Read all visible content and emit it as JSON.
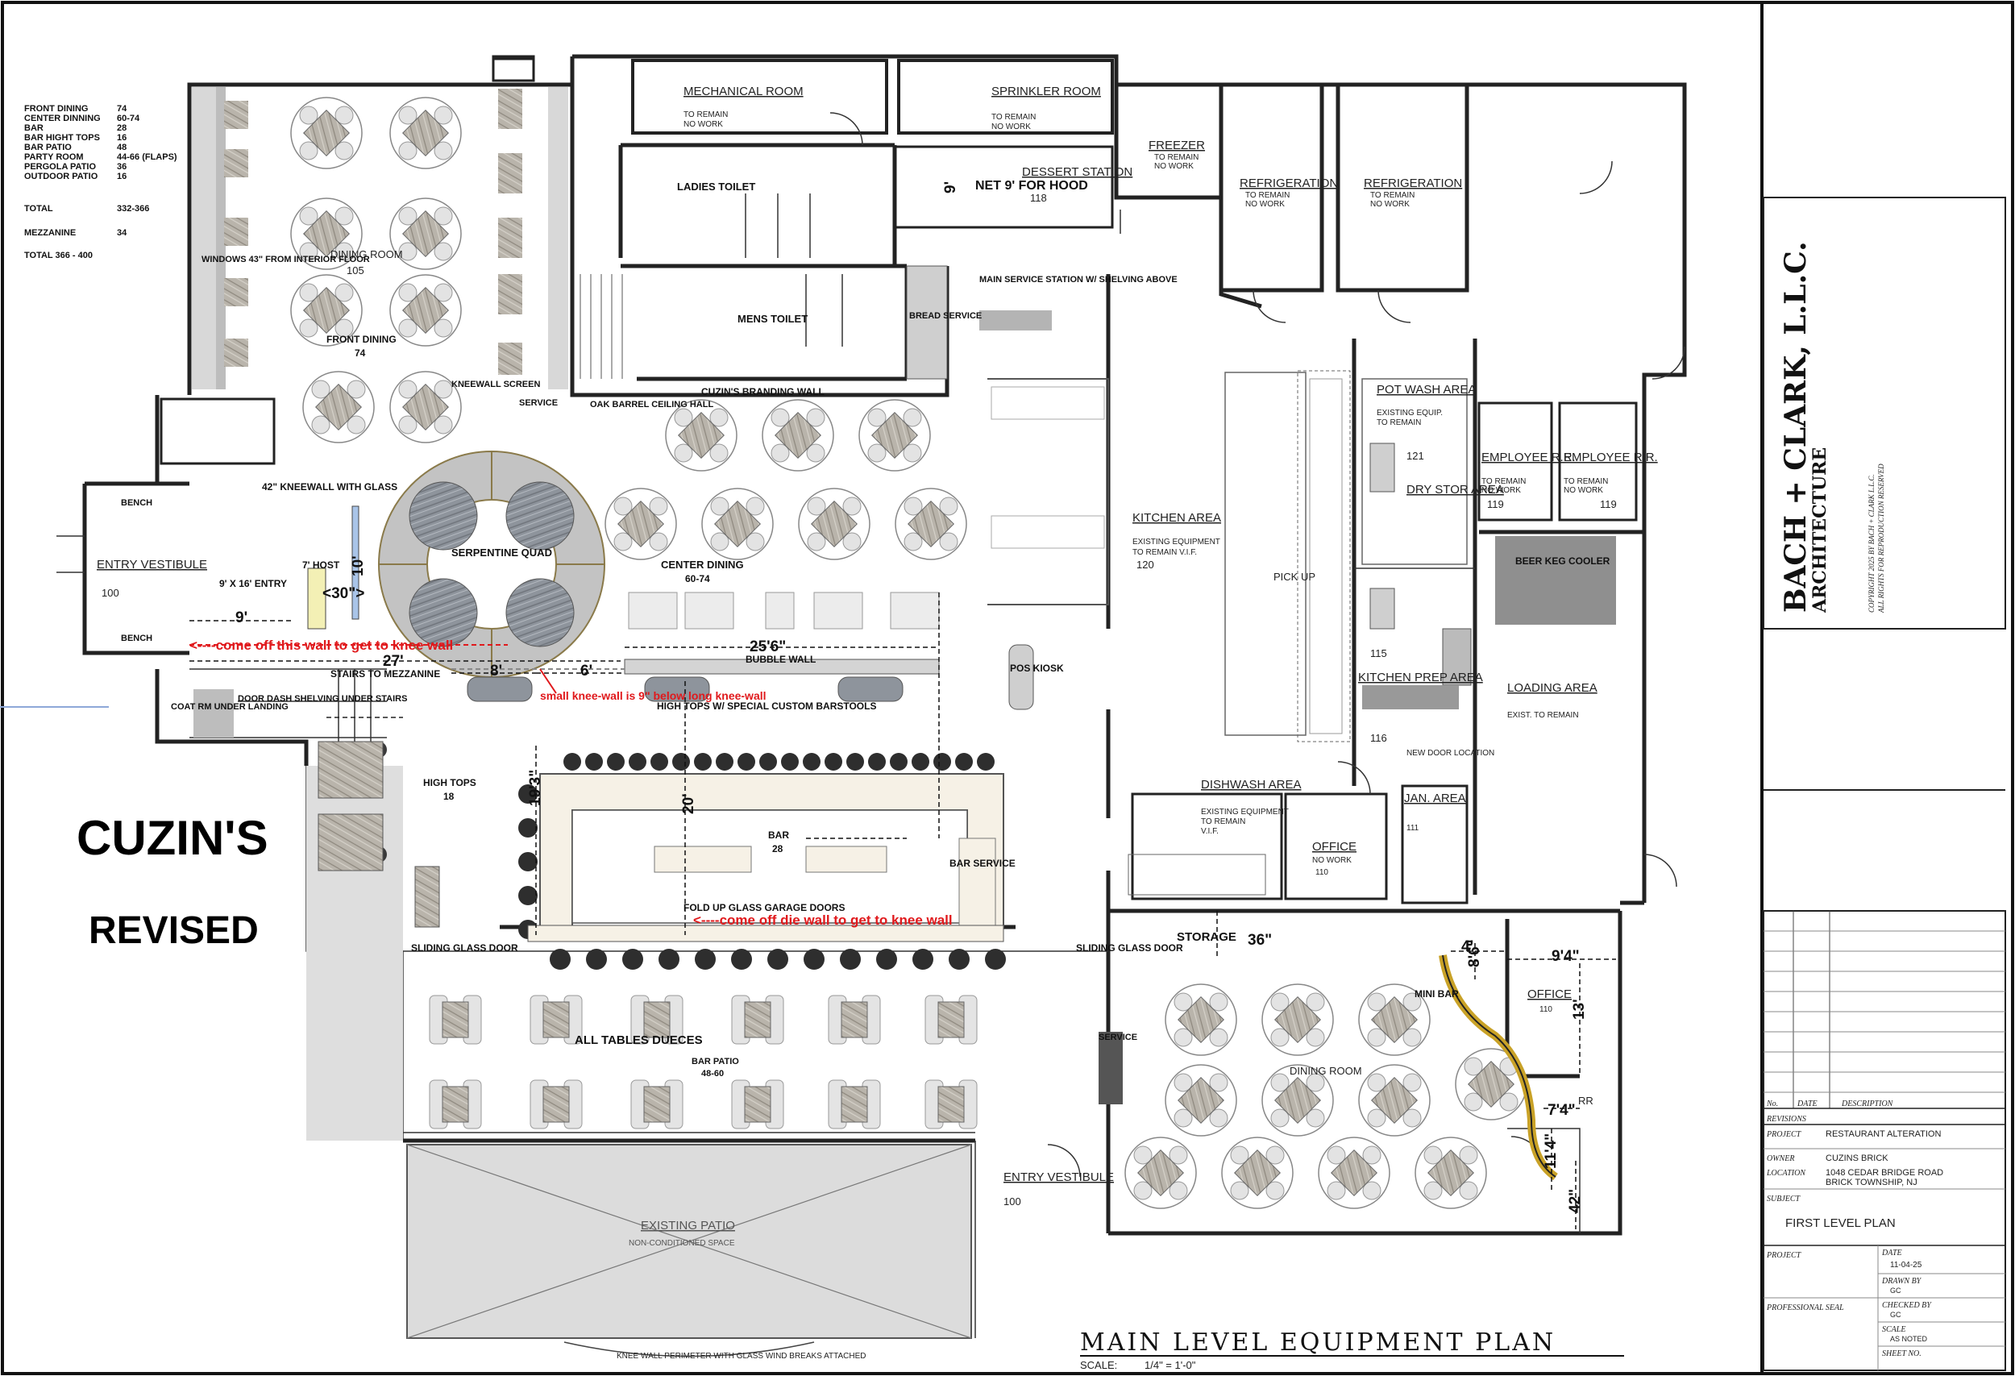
{
  "summary": [
    {
      "label": "FRONT DINING",
      "value": "74"
    },
    {
      "label": "CENTER DINNING",
      "value": "60-74"
    },
    {
      "label": "BAR",
      "value": "28"
    },
    {
      "label": "BAR HIGHT TOPS",
      "value": "16"
    },
    {
      "label": "BAR PATIO",
      "value": "48"
    },
    {
      "label": "PARTY ROOM",
      "value": "44-66 (FLAPS)"
    },
    {
      "label": "PERGOLA PATIO",
      "value": "36"
    },
    {
      "label": "OUTDOOR PATIO",
      "value": "16"
    },
    {
      "label": "TOTAL",
      "value": "332-366"
    },
    {
      "label": "MEZZANINE",
      "value": "34"
    },
    {
      "label": "TOTAL 366 - 400",
      "value": ""
    }
  ],
  "big_titles": {
    "line1": "CUZIN'S",
    "line2": "REVISED"
  },
  "rooms": {
    "mechanical": {
      "name": "MECHANICAL ROOM",
      "note1": "TO REMAIN",
      "note2": "NO WORK"
    },
    "sprinkler": {
      "name": "SPRINKLER ROOM",
      "note1": "TO REMAIN",
      "note2": "NO WORK"
    },
    "freezer": {
      "name": "FREEZER",
      "note1": "TO REMAIN",
      "note2": "NO WORK"
    },
    "refrigeration1": {
      "name": "REFRIGERATION",
      "note1": "TO REMAIN",
      "note2": "NO WORK"
    },
    "refrigeration2": {
      "name": "REFRIGERATION",
      "note1": "TO REMAIN",
      "note2": "NO WORK"
    },
    "dessert": {
      "name": "DESSERT STATION",
      "num": "118"
    },
    "dining_front": {
      "name": "DINING ROOM",
      "num": "105"
    },
    "entry_vestibule": {
      "name": "ENTRY VESTIBULE",
      "num": "100"
    },
    "entry_vestibule2": {
      "name": "ENTRY VESTIBULE",
      "num": "100"
    },
    "kitchen": {
      "name": "KITCHEN AREA",
      "note1": "EXISTING EQUIPMENT",
      "note2": "TO REMAIN V.I.F.",
      "num": "120"
    },
    "pot_wash": {
      "name": "POT WASH AREA",
      "note1": "EXISTING EQUIP.",
      "note2": "TO REMAIN",
      "num": "121"
    },
    "dry_stor": {
      "name": "DRY STOR AREA",
      "num": "115"
    },
    "kitchen_prep": {
      "name": "KITCHEN PREP AREA",
      "num": "116"
    },
    "employee_rr1": {
      "name": "EMPLOYEE R.R.",
      "note1": "TO REMAIN",
      "note2": "NO WORK",
      "num": "119"
    },
    "employee_rr2": {
      "name": "EMPLOYEE R.R.",
      "note1": "TO REMAIN",
      "note2": "NO WORK",
      "num": "119"
    },
    "loading": {
      "name": "LOADING AREA",
      "note1": "EXIST. TO REMAIN"
    },
    "dishwash": {
      "name": "DISHWASH AREA",
      "note1": "EXISTING EQUIPMENT",
      "note2": "TO REMAIN",
      "note3": "V.I.F."
    },
    "office1": {
      "name": "OFFICE",
      "note1": "NO WORK",
      "num": "110"
    },
    "jan": {
      "name": "JAN. AREA",
      "num": "111"
    },
    "office2": {
      "name": "OFFICE",
      "num": "110"
    },
    "dining_back": {
      "name": "DINING ROOM"
    },
    "rr": {
      "name": "RR"
    },
    "existing_patio": {
      "name": "EXISTING PATIO",
      "note1": "NON-CONDITIONED SPACE"
    }
  },
  "labels": {
    "ladies": "LADIES TOILET",
    "mens": "MENS TOILET",
    "net_hood": "NET 9' FOR HOOD",
    "main_service": "MAIN SERVICE STATION W/ SHELVING ABOVE",
    "bread_service": "BREAD SERVICE",
    "windows": "WINDOWS 43\" FROM INTERIOR FLOOR",
    "front_dining": "FRONT DINING",
    "front_dining_n": "74",
    "kneewall_screen": "KNEEWALL SCREEN",
    "service1": "SERVICE",
    "oak_barrel": "OAK BARREL CEILING HALL",
    "branding": "CUZIN'S BRANDING WALL",
    "kneewall_glass": "42\" KNEEWALL WITH GLASS",
    "bench1": "BENCH",
    "bench2": "BENCH",
    "entry_dim": "9' X 16' ENTRY",
    "host": "7' HOST",
    "serpentine": "SERPENTINE QUAD",
    "center_dining": "CENTER DINING",
    "center_dining_n": "60-74",
    "bubble_wall": "BUBBLE WALL",
    "pos": "POS KIOSK",
    "stairs": "STAIRS TO MEZZANINE",
    "coat": "COAT RM UNDER LANDING",
    "door_dash": "DOOR DASH SHELVING UNDER STAIRS",
    "small_knee": "small knee-wall is 9\" below long knee-wall",
    "high_tops_custom": "HIGH TOPS W/ SPECIAL CUSTOM BARSTOOLS",
    "high_tops": "HIGH TOPS",
    "high_tops_n": "18",
    "bar": "BAR",
    "bar_n": "28",
    "bar_service": "BAR SERVICE",
    "fold_up": "FOLD UP GLASS GARAGE DOORS",
    "sliding1": "SLIDING GLASS DOOR",
    "sliding2": "SLIDING GLASS DOOR",
    "storage": "STORAGE",
    "all_tables": "ALL TABLES DUECES",
    "bar_patio": "BAR PATIO",
    "bar_patio_n": "48-60",
    "service2": "SERVICE",
    "mini_bar": "MINI BAR",
    "beer_keg": "BEER KEG COOLER",
    "pick_up": "PICK UP",
    "new_door": "NEW DOOR LOCATION",
    "knee_wall_perim": "KNEE WALL PERIMETER WITH GLASS WIND BREAKS ATTACHED"
  },
  "notes_red": {
    "come_off_1": "<----come off this wall to get to knee wall",
    "come_off_2": "<----come off die wall to get to knee wall"
  },
  "dimensions": {
    "d9": "9'",
    "d30": "<30\">",
    "d10": "10'",
    "d27": "27'",
    "d8": "8'",
    "d6": "6'",
    "d25_6": "25'6\"",
    "d19_3": "19'3\"",
    "d20": "20'",
    "d9b": "9'",
    "d36": "36\"",
    "d4": "4'",
    "d8_6": "8'6\"",
    "d9_4": "9'4\"",
    "d13": "13'",
    "d7_4": "7'4\"",
    "d11_4": "11'4\"",
    "d42": "42\""
  },
  "plan_title": {
    "title": "MAIN LEVEL EQUIPMENT PLAN",
    "scale_label": "SCALE:",
    "scale": "1/4\" = 1'-0\""
  },
  "title_block": {
    "firm": "BACH + CLARK, L.L.C.",
    "firm_sub": "ARCHITECTURE",
    "copyright1": "COPYRIGHT 2025 BY BACH + CLARK L.L.C.",
    "copyright2": "ALL RIGHTS FOR REPRODUCTION RESERVED",
    "no_label": "No.",
    "date_label": "DATE",
    "desc_label": "DESCRIPTION",
    "revisions_label": "REVISIONS",
    "project_label": "PROJECT",
    "project": "RESTAURANT ALTERATION",
    "owner_label": "OWNER",
    "owner": "CUZINS BRICK",
    "location_label": "LOCATION",
    "location1": "1048 CEDAR BRIDGE ROAD",
    "location2": "BRICK TOWNSHIP, NJ",
    "subject_label": "SUBJECT",
    "subject": "FIRST LEVEL PLAN",
    "project2_label": "PROJECT",
    "date2_label": "DATE",
    "date": "11-04-25",
    "drawn_label": "DRAWN BY",
    "drawn": "GC",
    "seal_label": "PROFESSIONAL SEAL",
    "checked_label": "CHECKED BY",
    "checked": "GC",
    "scale_label": "SCALE",
    "scale": "AS NOTED",
    "sheet_label": "SHEET NO."
  }
}
